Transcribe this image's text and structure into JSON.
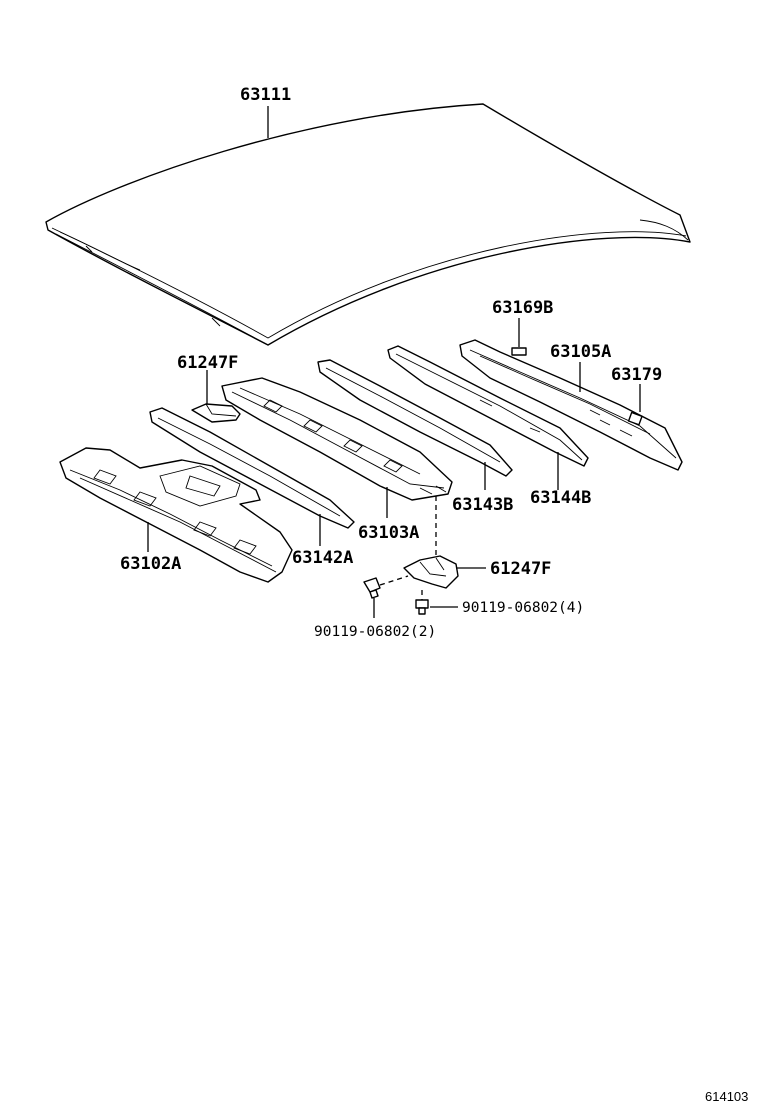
{
  "labels": {
    "roof_panel": "63111",
    "clip_top": "63169B",
    "rear_header": "63105A",
    "small_part": "63179",
    "bracket_left": "61247F",
    "bracket_lower": "61247F",
    "bow_2": "63143B",
    "bow_3": "63144B",
    "reinf_center": "63103A",
    "front_header": "63102A",
    "bow_1": "63142A",
    "bolt_right": "90119-06802(4)",
    "bolt_left": "90119-06802(2)"
  },
  "diagram_ref": "614103"
}
